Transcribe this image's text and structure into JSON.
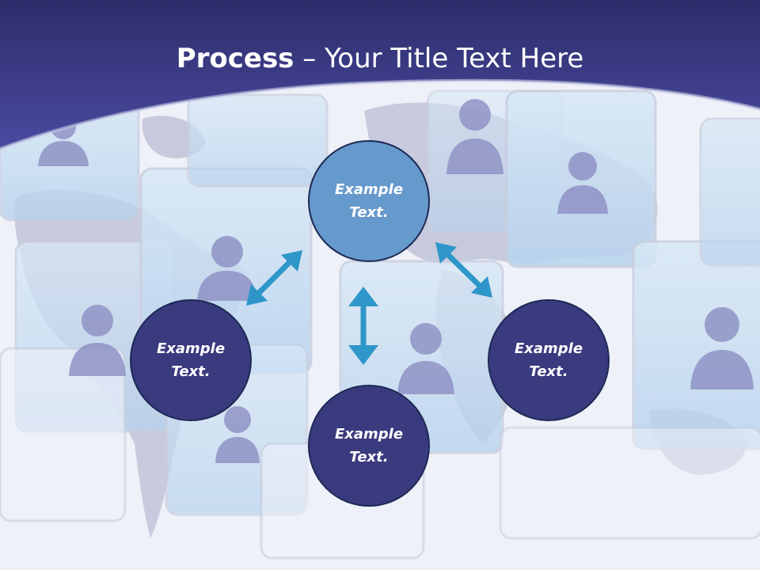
{
  "slide": {
    "title_bold": "Process",
    "title_rest": " – Your Title Text Here"
  },
  "nodes": {
    "top": "Example Text.",
    "left": "Example Text.",
    "right": "Example Text.",
    "bottom": "Example Text."
  },
  "colors": {
    "header_band": "#3d3d8f",
    "node_primary": "#6699cc",
    "node_dark": "#3a3a7f",
    "arrow": "#2e96c9"
  }
}
